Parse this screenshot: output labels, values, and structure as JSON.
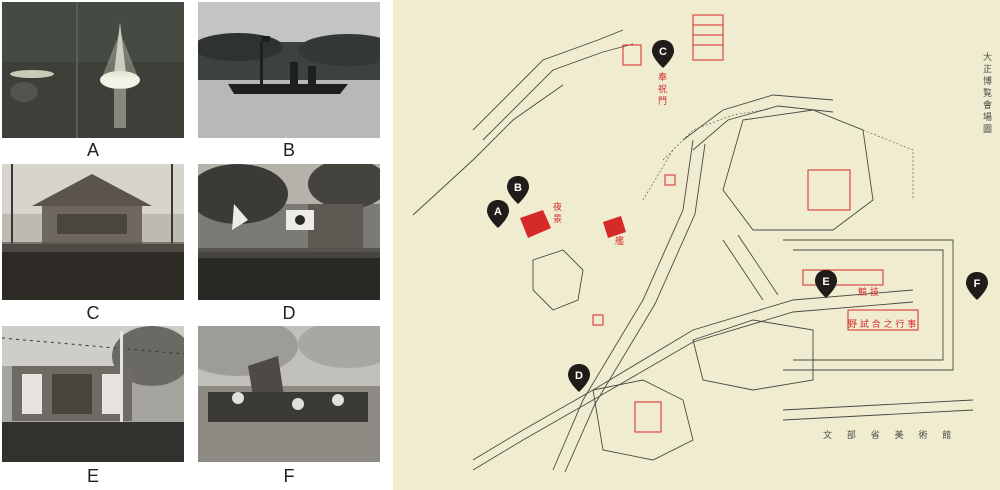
{
  "photos": [
    {
      "label": "A",
      "subject": "night-lights-on-water"
    },
    {
      "label": "B",
      "subject": "warship-on-lake"
    },
    {
      "label": "C",
      "subject": "pavilion-with-crowd"
    },
    {
      "label": "D",
      "subject": "gate-with-flags-and-crowd"
    },
    {
      "label": "E",
      "subject": "decorated-arch-crowd"
    },
    {
      "label": "F",
      "subject": "festival-performance"
    }
  ],
  "map": {
    "markers": [
      "A",
      "B",
      "C",
      "D",
      "E",
      "F"
    ],
    "labels_vertical_right": [
      "大",
      "正",
      "博",
      "覧",
      "會",
      "場",
      "圖"
    ],
    "labels_red": [
      "奉",
      "祝",
      "門",
      "夜",
      "景",
      "艦",
      "競",
      "技"
    ],
    "label_culture": "文 部 省 美 術 館",
    "label_hall": "野 試 合 之 行 事"
  },
  "colors": {
    "map_paper": "#efecd0",
    "map_ink": "#4a4a44",
    "map_red": "#d62a2a",
    "pin": "#1f1c1a"
  }
}
